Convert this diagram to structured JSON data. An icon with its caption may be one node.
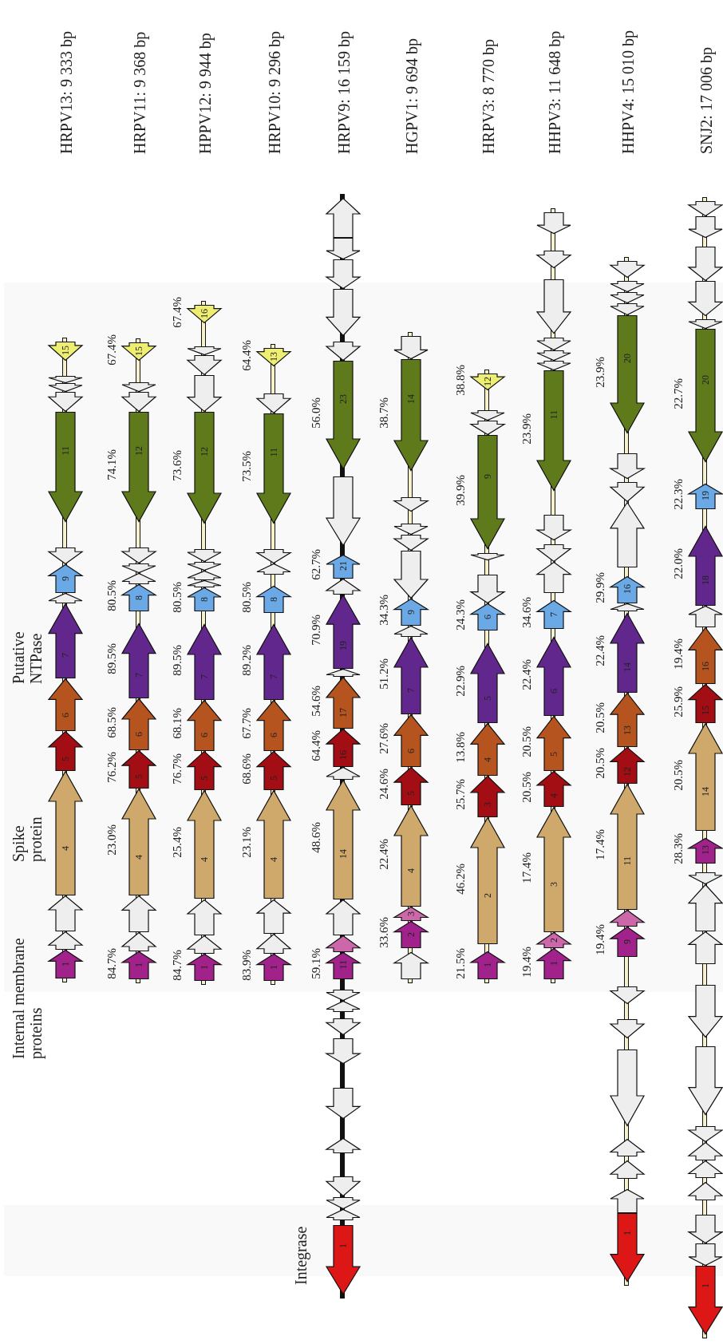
{
  "diagram": {
    "nodes": [
      {
        "text": [
          "15"
        ]
      },
      {
        "text": [],
        "shape": "arrow"
      },
      {
        "text": [],
        "shape": "arrow"
      },
      {
        "text": [],
        "shape": "arrow"
      },
      {
        "text": [
          "11"
        ]
      },
      {
        "text": [],
        "shape": "arrow"
      },
      {
        "text": [
          "9"
        ]
      },
      {
        "text": [],
        "shape": "arrow"
      },
      {
        "text": [
          "7"
        ]
      },
      {
        "text": [
          "6"
        ]
      },
      {
        "text": [
          "5"
        ]
      },
      {
        "text": [
          "4"
        ]
      },
      {
        "text": [],
        "shape": "arrow"
      },
      {
        "text": [],
        "shape": "arrow"
      },
      {
        "text": [
          "1"
        ]
      },
      {
        "text": [
          "15"
        ],
        "beside": [
          "67.4%"
        ]
      },
      {
        "text": [],
        "shape": "arrow"
      },
      {
        "text": [],
        "shape": "arrow"
      },
      {
        "text": [
          "12"
        ],
        "beside": [
          "74.1%"
        ]
      },
      {
        "text": [],
        "shape": "arrow"
      },
      {
        "text": [],
        "shape": "arrow"
      },
      {
        "text": [],
        "shape": "arrow"
      },
      {
        "text": [
          "8"
        ],
        "beside": [
          "80.5%"
        ]
      },
      {
        "text": [
          "7"
        ],
        "beside": [
          "89.5%"
        ]
      },
      {
        "text": [
          "6"
        ],
        "beside": [
          "68.5%"
        ]
      },
      {
        "text": [
          "5"
        ],
        "beside": [
          "76.2%"
        ]
      },
      {
        "text": [
          "4"
        ],
        "beside": [
          "23.0%"
        ]
      },
      {
        "text": [],
        "shape": "arrow"
      },
      {
        "text": [],
        "shape": "arrow"
      },
      {
        "text": [
          "1"
        ],
        "beside": [
          "84.7%"
        ]
      },
      {
        "text": [
          "16"
        ],
        "beside": [
          "67.4%"
        ]
      },
      {
        "text": [],
        "shape": "arrow"
      },
      {
        "text": [],
        "shape": "arrow"
      },
      {
        "text": [],
        "shape": "arrow"
      },
      {
        "text": [
          "12"
        ],
        "beside": [
          "73.6%"
        ]
      },
      {
        "text": [],
        "shape": "arrow"
      },
      {
        "text": [],
        "shape": "arrow"
      },
      {
        "text": [],
        "shape": "arrow"
      },
      {
        "text": [],
        "shape": "arrow"
      },
      {
        "text": [
          "8"
        ],
        "beside": [
          "80.5%"
        ]
      },
      {
        "text": [
          "7"
        ],
        "beside": [
          "89.5%"
        ]
      },
      {
        "text": [
          "6"
        ],
        "beside": [
          "68.1%"
        ]
      },
      {
        "text": [
          "5"
        ],
        "beside": [
          "76.7%"
        ]
      },
      {
        "text": [
          "4"
        ],
        "beside": [
          "25.4%"
        ]
      },
      {
        "text": [],
        "shape": "arrow"
      },
      {
        "text": [],
        "shape": "arrow"
      },
      {
        "text": [
          "1"
        ],
        "beside": [
          "84.7%"
        ]
      },
      {
        "text": [
          "13"
        ],
        "beside": [
          "64.4%"
        ]
      },
      {
        "text": [],
        "shape": "arrow"
      },
      {
        "text": [
          "11"
        ],
        "beside": [
          "73.5%"
        ]
      },
      {
        "text": [],
        "shape": "arrow"
      },
      {
        "text": [],
        "shape": "arrow"
      },
      {
        "text": [
          "8"
        ],
        "beside": [
          "80.5%"
        ]
      },
      {
        "text": [
          "7"
        ],
        "beside": [
          "89.2%"
        ]
      },
      {
        "text": [
          "6"
        ],
        "beside": [
          "67.7%"
        ]
      },
      {
        "text": [
          "5"
        ],
        "beside": [
          "68.6%"
        ]
      },
      {
        "text": [
          "4"
        ],
        "beside": [
          "23.1%"
        ]
      },
      {
        "text": [],
        "shape": "arrow"
      },
      {
        "text": [],
        "shape": "arrow"
      },
      {
        "text": [
          "1"
        ],
        "beside": [
          "83.9%"
        ]
      },
      {
        "text": [],
        "shape": "arrow"
      },
      {
        "text": [],
        "shape": "arrow"
      },
      {
        "text": [],
        "shape": "arrow"
      },
      {
        "text": [],
        "shape": "arrow"
      },
      {
        "text": [],
        "shape": "arrow"
      },
      {
        "text": [
          "23"
        ],
        "beside": [
          "56.0%"
        ]
      },
      {
        "text": [],
        "shape": "arrow"
      },
      {
        "text": [
          "21"
        ],
        "beside": [
          "62.7%"
        ]
      },
      {
        "text": [],
        "shape": "arrow"
      },
      {
        "text": [
          "19"
        ],
        "beside": [
          "70.9%"
        ]
      },
      {
        "text": [],
        "shape": "arrow"
      },
      {
        "text": [
          "17"
        ],
        "beside": [
          "54.6%"
        ]
      },
      {
        "text": [
          "16"
        ],
        "beside": [
          "64.4%"
        ]
      },
      {
        "text": [],
        "shape": "arrow"
      },
      {
        "text": [
          "14"
        ],
        "beside": [
          "48.6%"
        ]
      },
      {
        "text": [],
        "shape": "arrow"
      },
      {
        "text": [],
        "shape": "arrow"
      },
      {
        "text": [
          "11"
        ],
        "beside": [
          "59.1%"
        ]
      },
      {
        "text": [],
        "shape": "arrow"
      },
      {
        "text": [],
        "shape": "arrow"
      },
      {
        "text": [],
        "shape": "arrow"
      },
      {
        "text": [],
        "shape": "arrow"
      },
      {
        "text": [],
        "shape": "arrow"
      },
      {
        "text": [],
        "shape": "arrow"
      },
      {
        "text": [],
        "shape": "arrow"
      },
      {
        "text": [],
        "shape": "arrow"
      },
      {
        "text": [],
        "shape": "arrow"
      },
      {
        "text": [
          "1"
        ]
      },
      {
        "text": [],
        "shape": "arrow"
      },
      {
        "text": [
          "14"
        ],
        "beside": [
          "38.7%"
        ]
      },
      {
        "text": [],
        "shape": "arrow"
      },
      {
        "text": [],
        "shape": "arrow"
      },
      {
        "text": [],
        "shape": "arrow"
      },
      {
        "text": [],
        "shape": "arrow"
      },
      {
        "text": [
          "9"
        ],
        "beside": [
          "34.3%"
        ]
      },
      {
        "text": [],
        "shape": "arrow"
      },
      {
        "text": [
          "7"
        ],
        "beside": [
          "51.2%"
        ]
      },
      {
        "text": [
          "6"
        ],
        "beside": [
          "27.6%"
        ]
      },
      {
        "text": [
          "5"
        ],
        "beside": [
          "24.6%"
        ]
      },
      {
        "text": [
          "4"
        ],
        "beside": [
          "22.4%"
        ]
      },
      {
        "text": [
          "3"
        ]
      },
      {
        "text": [
          "2"
        ],
        "beside": [
          "33.6%"
        ]
      },
      {
        "text": [],
        "shape": "arrow"
      },
      {
        "text": [
          "12"
        ],
        "beside": [
          "38.8%"
        ]
      },
      {
        "text": [],
        "shape": "arrow"
      },
      {
        "text": [],
        "shape": "arrow"
      },
      {
        "text": [
          "9"
        ],
        "beside": [
          "39.9%"
        ]
      },
      {
        "text": [],
        "shape": "arrow"
      },
      {
        "text": [],
        "shape": "arrow"
      },
      {
        "text": [
          "6"
        ],
        "beside": [
          "24.3%"
        ]
      },
      {
        "text": [
          "5"
        ],
        "beside": [
          "22.9%"
        ]
      },
      {
        "text": [
          "4"
        ],
        "beside": [
          "13.8%"
        ]
      },
      {
        "text": [
          "3"
        ],
        "beside": [
          "25.7%"
        ]
      },
      {
        "text": [
          "2"
        ],
        "beside": [
          "46.2%"
        ]
      },
      {
        "text": [
          "1"
        ],
        "beside": [
          "21.5%"
        ]
      },
      {
        "text": [],
        "shape": "arrow"
      },
      {
        "text": [],
        "shape": "arrow"
      },
      {
        "text": [],
        "shape": "arrow"
      },
      {
        "text": [],
        "shape": "arrow"
      },
      {
        "text": [],
        "shape": "arrow"
      },
      {
        "text": [],
        "shape": "arrow"
      },
      {
        "text": [
          "11"
        ],
        "beside": [
          "23.9%"
        ]
      },
      {
        "text": [],
        "shape": "arrow"
      },
      {
        "text": [],
        "shape": "arrow"
      },
      {
        "text": [],
        "shape": "arrow"
      },
      {
        "text": [
          "7"
        ],
        "beside": [
          "34.6%"
        ]
      },
      {
        "text": [
          "6"
        ],
        "beside": [
          "22.4%"
        ]
      },
      {
        "text": [
          "5"
        ],
        "beside": [
          "20.5%"
        ]
      },
      {
        "text": [
          "4"
        ],
        "beside": [
          "20.5%"
        ]
      },
      {
        "text": [
          "3"
        ],
        "beside": [
          "17.4%"
        ]
      },
      {
        "text": [
          "2"
        ]
      },
      {
        "text": [
          "1"
        ],
        "beside": [
          "19.4%"
        ]
      },
      {
        "text": [],
        "shape": "arrow"
      },
      {
        "text": [],
        "shape": "arrow"
      },
      {
        "text": [],
        "shape": "arrow"
      },
      {
        "text": [],
        "shape": "arrow"
      },
      {
        "text": [
          "20"
        ],
        "beside": [
          "23.9%"
        ]
      },
      {
        "text": [],
        "shape": "arrow"
      },
      {
        "text": [],
        "shape": "arrow"
      },
      {
        "text": [],
        "shape": "arrow"
      },
      {
        "text": [
          "16"
        ],
        "beside": [
          "29.9%"
        ]
      },
      {
        "text": [],
        "shape": "arrow"
      },
      {
        "text": [
          "14"
        ],
        "beside": [
          "22.4%"
        ]
      },
      {
        "text": [
          "13"
        ],
        "beside": [
          "20.5%"
        ]
      },
      {
        "text": [
          "12"
        ],
        "beside": [
          "20.5%"
        ]
      },
      {
        "text": [
          "11"
        ],
        "beside": [
          "17.4%"
        ]
      },
      {
        "text": [],
        "shape": "arrow"
      },
      {
        "text": [
          "9"
        ],
        "beside": [
          "19.4%"
        ]
      },
      {
        "text": [],
        "shape": "arrow"
      },
      {
        "text": [],
        "shape": "arrow"
      },
      {
        "text": [],
        "shape": "arrow"
      },
      {
        "text": [],
        "shape": "arrow"
      },
      {
        "text": [],
        "shape": "arrow"
      },
      {
        "text": [],
        "shape": "arrow"
      },
      {
        "text": [
          "1"
        ]
      },
      {
        "text": [],
        "shape": "arrow"
      },
      {
        "text": [],
        "shape": "arrow"
      },
      {
        "text": [],
        "shape": "arrow"
      },
      {
        "text": [],
        "shape": "arrow"
      },
      {
        "text": [],
        "shape": "arrow"
      },
      {
        "text": [
          "20"
        ],
        "beside": [
          "22.7%"
        ]
      },
      {
        "text": [
          "19"
        ],
        "beside": [
          "22.3%"
        ]
      },
      {
        "text": [
          "18"
        ],
        "beside": [
          "22.0%"
        ]
      },
      {
        "text": [],
        "shape": "arrow"
      },
      {
        "text": [
          "16"
        ],
        "beside": [
          "19.4%"
        ]
      },
      {
        "text": [
          "15"
        ],
        "beside": [
          "25.9%"
        ]
      },
      {
        "text": [
          "14"
        ],
        "beside": [
          "20.5%"
        ]
      },
      {
        "text": [
          "13"
        ],
        "beside": [
          "28.3%"
        ]
      },
      {
        "text": [],
        "shape": "arrow"
      },
      {
        "text": [],
        "shape": "arrow"
      },
      {
        "text": [],
        "shape": "arrow"
      },
      {
        "text": [],
        "shape": "arrow"
      },
      {
        "text": [],
        "shape": "arrow"
      },
      {
        "text": [],
        "shape": "arrow"
      },
      {
        "text": [],
        "shape": "arrow"
      },
      {
        "text": [],
        "shape": "arrow"
      },
      {
        "text": [],
        "shape": "arrow"
      },
      {
        "text": [],
        "shape": "arrow"
      },
      {
        "text": [],
        "shape": "arrow"
      },
      {
        "text": [
          "1"
        ]
      }
    ],
    "labels": [
      "HRPV13: 9 333 bp",
      "HRPV11: 9 368 bp",
      "HPPV12: 9 944 bp",
      "HRPV10: 9 296 bp",
      "HRPV9: 16 159 bp",
      "HGPV1: 9 694 bp",
      "HRPV3: 8 770 bp",
      "HHPV3: 11 648 bp",
      "HHPV4: 15 010 bp",
      "SNJ2: 17 006 bp",
      "Putative NTPase",
      "Spike protein",
      "Internal membrane proteins",
      "Integrase"
    ]
  }
}
